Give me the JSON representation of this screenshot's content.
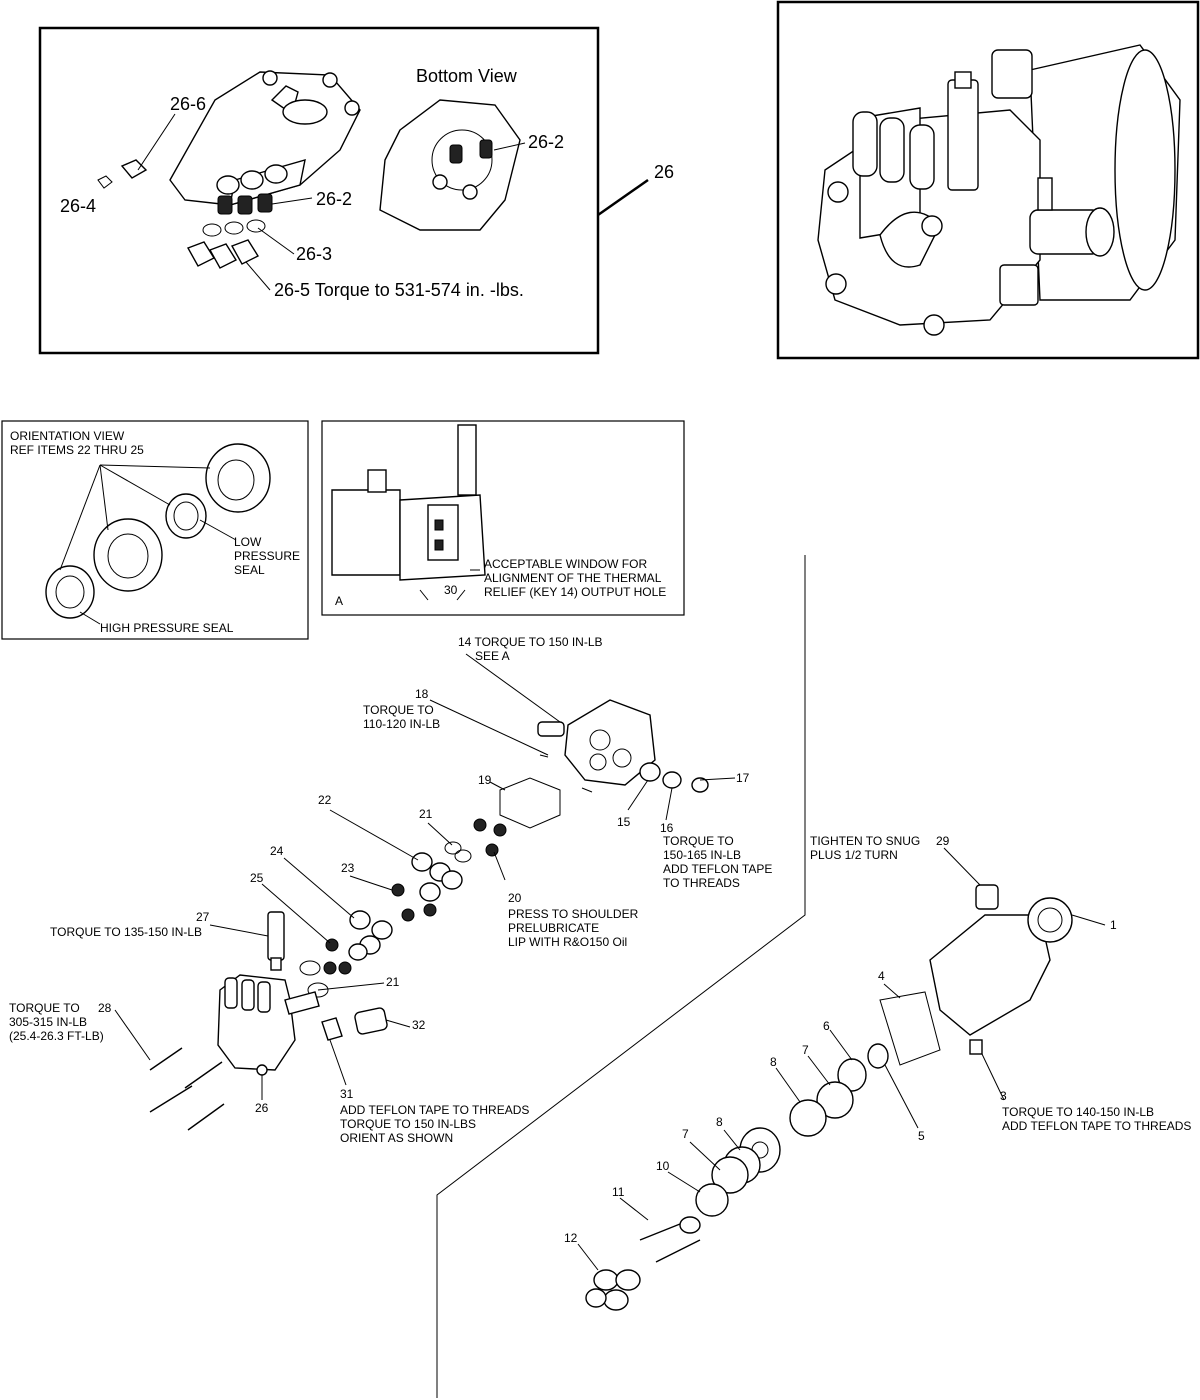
{
  "top_left_box": {
    "title": "Bottom View",
    "labels": {
      "p26_6": "26-6",
      "p26_4": "26-4",
      "p26_2a": "26-2",
      "p26_2b": "26-2",
      "p26_3": "26-3",
      "p26_5": "26-5 Torque to 531-574 in. -lbs."
    },
    "callout": "26"
  },
  "orientation_view": {
    "title_line1": "ORIENTATION VIEW",
    "title_line2": "REF ITEMS 22 THRU 25",
    "low_line1": "LOW",
    "low_line2": "PRESSURE",
    "low_line3": "SEAL",
    "high": "HIGH PRESSURE SEAL"
  },
  "view_a": {
    "note_line1": "ACCEPTABLE WINDOW FOR",
    "note_line2": "ALIGNMENT OF THE THERMAL",
    "note_line3": "RELIEF (KEY 14) OUTPUT HOLE",
    "key": "30",
    "letter": "A"
  },
  "callouts": {
    "c14a": "14 TORQUE TO 150 IN-LB",
    "c14b": "SEE A",
    "c18": "18",
    "c18a": "TORQUE TO",
    "c18b": "110-120 IN-LB",
    "c19": "19",
    "c17": "17",
    "c15": "15",
    "c16": "16",
    "c16a": "TORQUE TO",
    "c16b": "150-165 IN-LB",
    "c16c": "ADD TEFLON TAPE",
    "c16d": "TO THREADS",
    "c22": "22",
    "c21a": "21",
    "c24": "24",
    "c23": "23",
    "c20": "20",
    "c20a": "PRESS TO SHOULDER",
    "c20b": "PRELUBRICATE",
    "c20c": "LIP WITH R&O150 Oil",
    "c25": "25",
    "c27": "27",
    "c27a": "TORQUE TO 135-150 IN-LB",
    "c21b": "21",
    "c32": "32",
    "c28a": "TORQUE TO",
    "c28": "28",
    "c28b": "305-315 IN-LB",
    "c28c": "(25.4-26.3 FT-LB)",
    "c26": "26",
    "c31": "31",
    "c31a": "ADD TEFLON TAPE TO THREADS",
    "c31b": "TORQUE TO 150 IN-LBS",
    "c31c": "ORIENT AS SHOWN",
    "c29a": "TIGHTEN TO SNUG",
    "c29b": "PLUS 1/2 TURN",
    "c29": "29",
    "c1": "1",
    "c4": "4",
    "c6": "6",
    "c7a": "7",
    "c8a": "8",
    "c3": "3",
    "c3a": "TORQUE TO 140-150 IN-LB",
    "c3b": "ADD TEFLON TAPE TO THREADS",
    "c5": "5",
    "c7b": "7",
    "c8b": "8",
    "c10": "10",
    "c11": "11",
    "c12": "12"
  }
}
